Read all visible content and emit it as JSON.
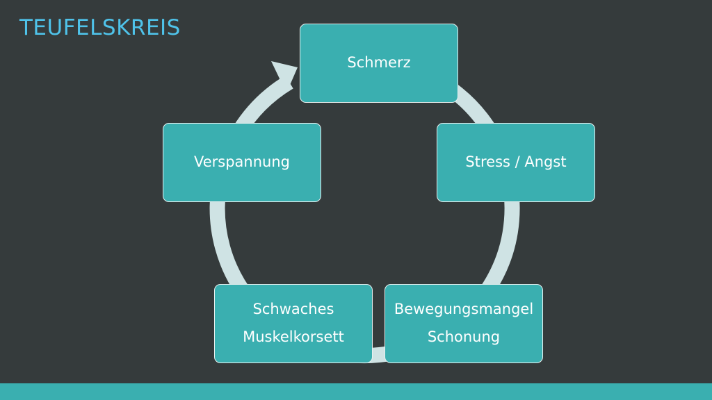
{
  "slide": {
    "title": "TEUFELSKREIS"
  },
  "cycle": {
    "nodes": [
      {
        "lines": [
          "Schmerz"
        ]
      },
      {
        "lines": [
          "Stress / Angst"
        ]
      },
      {
        "lines": [
          "Bewegungsmangel",
          "Schonung"
        ]
      },
      {
        "lines": [
          "Schwaches",
          "Muskelkorsett"
        ]
      },
      {
        "lines": [
          "Verspannung"
        ]
      }
    ]
  },
  "colors": {
    "background": "#353b3c",
    "node_fill": "#3aafb0",
    "node_border": "#e8f0f0",
    "ring": "#cfe3e4",
    "title": "#4fc3ea",
    "footer_bar": "#3aafb0"
  },
  "icons": {
    "cycle_arrow": "circular-arrow-icon"
  }
}
